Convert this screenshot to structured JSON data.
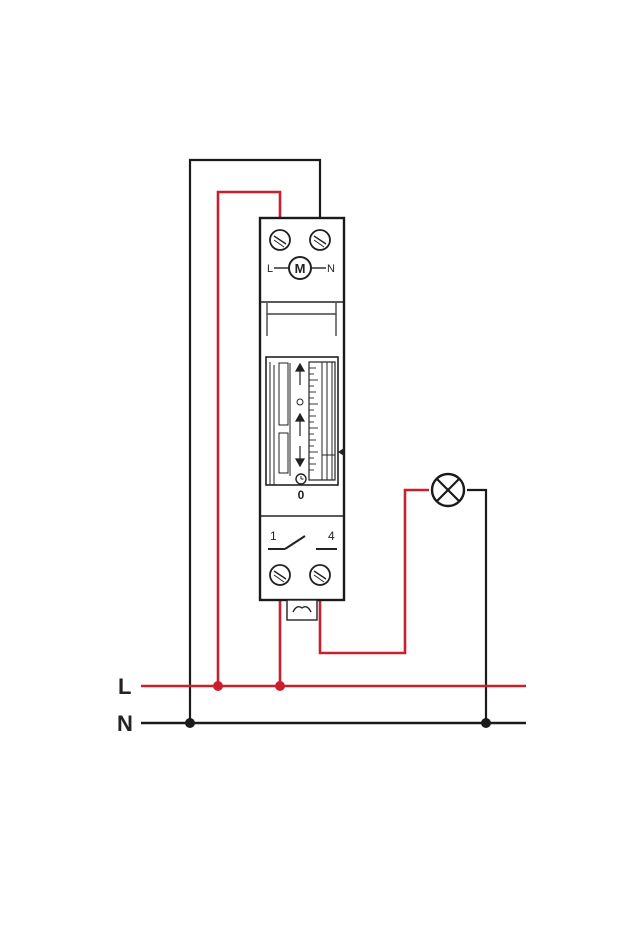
{
  "colors": {
    "live": "#c8202e",
    "neutral": "#1a1a1a",
    "frame": "#333333",
    "background": "#ffffff"
  },
  "bus_labels": {
    "live": "L",
    "neutral": "N"
  },
  "device": {
    "terminal_left_label": "L",
    "terminal_right_label": "N",
    "motor_label": "M",
    "switch_pin_1": "1",
    "switch_pin_4": "4",
    "off_marker": "0",
    "dial_icon": "clock-icon"
  },
  "load": {
    "icon": "lamp-icon"
  }
}
